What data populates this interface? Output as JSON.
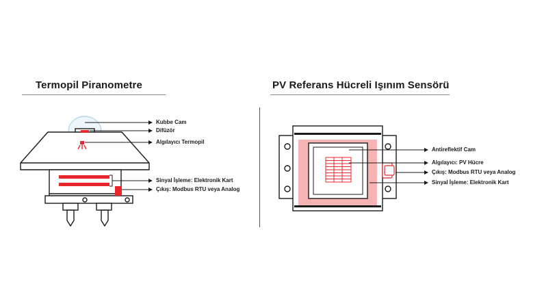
{
  "left": {
    "title": "Termopil Piranometre",
    "labels": [
      "Kubbe Cam",
      "Difüzör",
      "Algılayıcı Termopil",
      "Sinyal İşleme: Elektronik Kart",
      "Çıkış: Modbus RTU veya Analog"
    ]
  },
  "right": {
    "title": "PV Referans Hücreli Işınım Sensörü",
    "labels": [
      "Antireflektif Cam",
      "Algılayıcı: PV Hücre",
      "Çıkış: Modbus RTU veya Analog",
      "Sinyal İşleme: Elektronik Kart"
    ]
  },
  "colors": {
    "accent": "#e8262b",
    "accent_light": "#f5b3b3",
    "line": "#1a1a1a"
  }
}
